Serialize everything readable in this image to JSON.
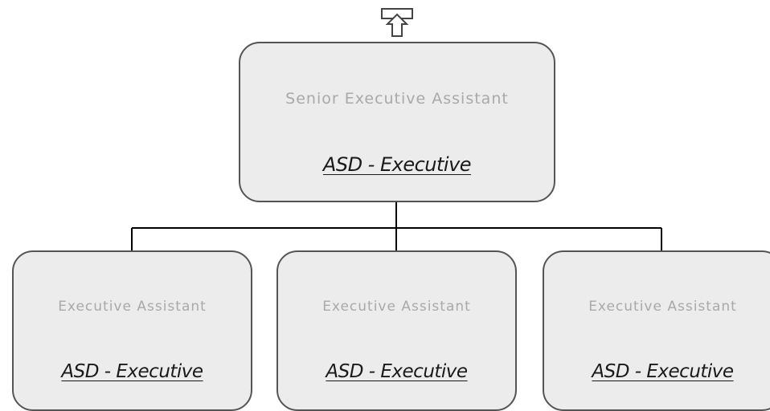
{
  "chart": {
    "root": {
      "title": "Senior Executive Assistant",
      "department": "ASD - Executive"
    },
    "children": [
      {
        "title": "Executive Assistant",
        "department": "ASD - Executive"
      },
      {
        "title": "Executive Assistant",
        "department": "ASD - Executive"
      },
      {
        "title": "Executive Assistant",
        "department": "ASD - Executive"
      }
    ]
  },
  "colors": {
    "node_fill": "#ececec",
    "node_border": "#555555",
    "title_text": "#a9a9a9",
    "department_text": "#1a1a1a",
    "connector": "#000000"
  },
  "icons": {
    "navigate_up": "up-arrow-icon"
  }
}
